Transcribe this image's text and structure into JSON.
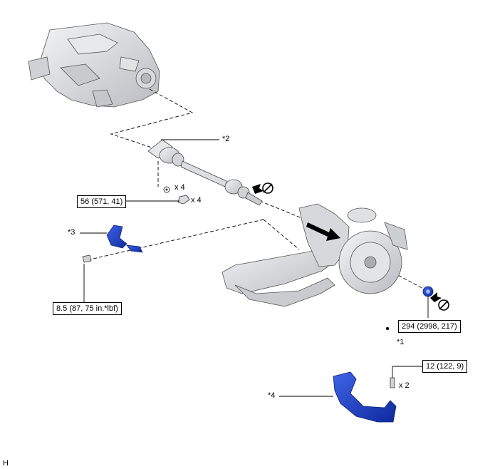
{
  "callouts": {
    "c1": "*1",
    "c2": "*2",
    "c3": "*3",
    "c4": "*4"
  },
  "quantities": {
    "washer_qty": "x 4",
    "nut_qty": "x 4",
    "bolt_qty": "x 2"
  },
  "torque": {
    "nut": "56 (571, 41)",
    "sensor_bolt": "8.5 (87, 75 in.*lbf)",
    "axle_nut": "294 (2998, 217)",
    "cover_bolt": "12 (122, 9)"
  },
  "corner_code": "H",
  "colors": {
    "part_blue": "#1e44c8",
    "part_gray": "#d9dbde",
    "line": "#000000"
  },
  "icons": [
    "no-reuse-icon",
    "arrow-icon"
  ]
}
